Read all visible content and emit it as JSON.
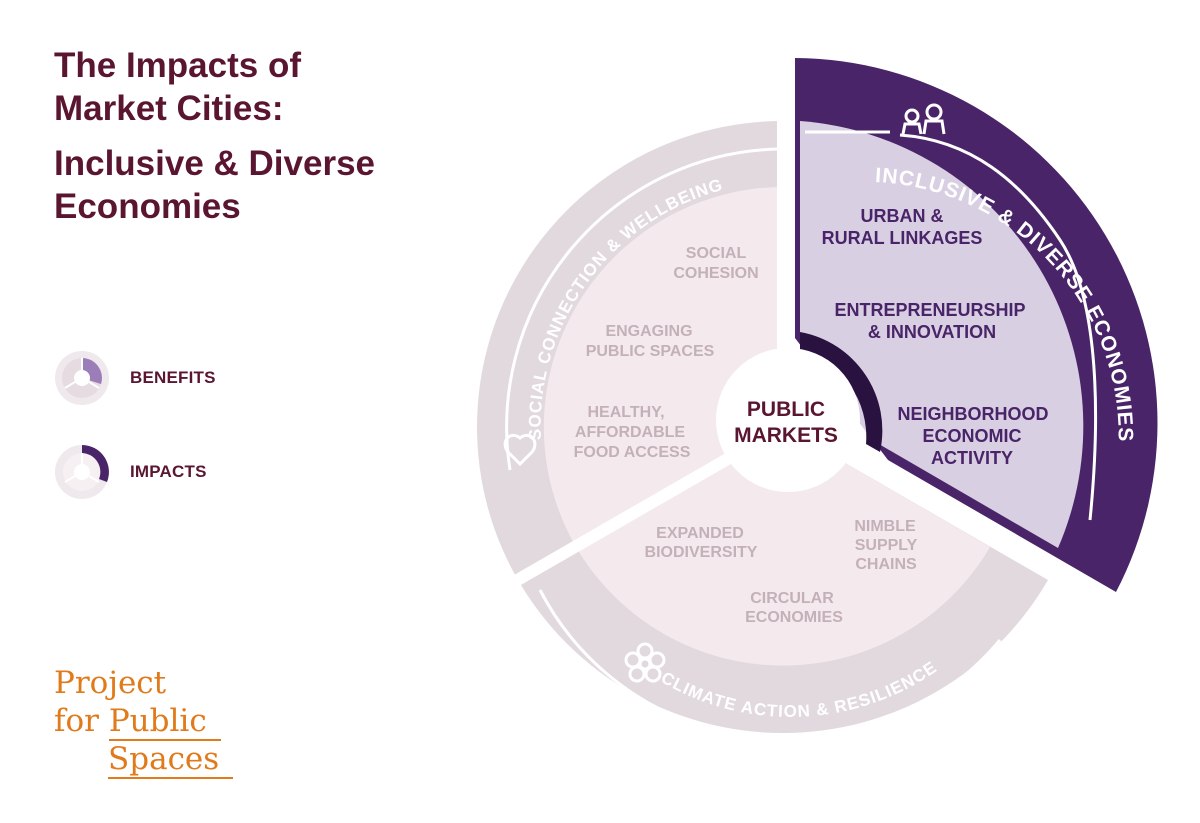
{
  "title": {
    "line1": "The Impacts of",
    "line2": "Market Cities:",
    "line3": "Inclusive & Diverse",
    "line4": "Economies"
  },
  "legend": {
    "benefits_label": "BENEFITS",
    "impacts_label": "IMPACTS"
  },
  "center": {
    "line1": "PUBLIC",
    "line2": "MARKETS"
  },
  "segments": {
    "social": {
      "arc_label": "SOCIAL CONNECTION & WELLBEING",
      "benefits": [
        [
          "SOCIAL",
          "COHESION"
        ],
        [
          "ENGAGING",
          "PUBLIC SPACES"
        ],
        [
          "HEALTHY,",
          "AFFORDABLE",
          "FOOD ACCESS"
        ]
      ]
    },
    "economy": {
      "arc_label": "INCLUSIVE & DIVERSE ECONOMIES",
      "benefits": [
        [
          "URBAN &",
          "RURAL LINKAGES"
        ],
        [
          "ENTREPRENEURSHIP",
          "& INNOVATION"
        ],
        [
          "NEIGHBORHOOD",
          "ECONOMIC",
          "ACTIVITY"
        ]
      ]
    },
    "climate": {
      "arc_label": "CLIMATE ACTION & RESILIENCE",
      "benefits": [
        [
          "EXPANDED",
          "BIODIVERSITY"
        ],
        [
          "NIMBLE",
          "SUPPLY",
          "CHAINS"
        ],
        [
          "CIRCULAR",
          "ECONOMIES"
        ]
      ]
    }
  },
  "logo": {
    "line1": "Project",
    "line2a": "for",
    "line2b": "Public",
    "line3": "Spaces"
  },
  "colors": {
    "title": "#5a1530",
    "highlight_outer": "#4a2468",
    "highlight_inner": "#d8d0e2",
    "dim_outer": "#e2d9de",
    "dim_inner": "#f4eaee",
    "dim_text": "#c4b0b8",
    "logo": "#e07a1b"
  },
  "icons": {
    "economy": "people-icon",
    "social": "heart-hands-icon",
    "climate": "flower-icon"
  }
}
